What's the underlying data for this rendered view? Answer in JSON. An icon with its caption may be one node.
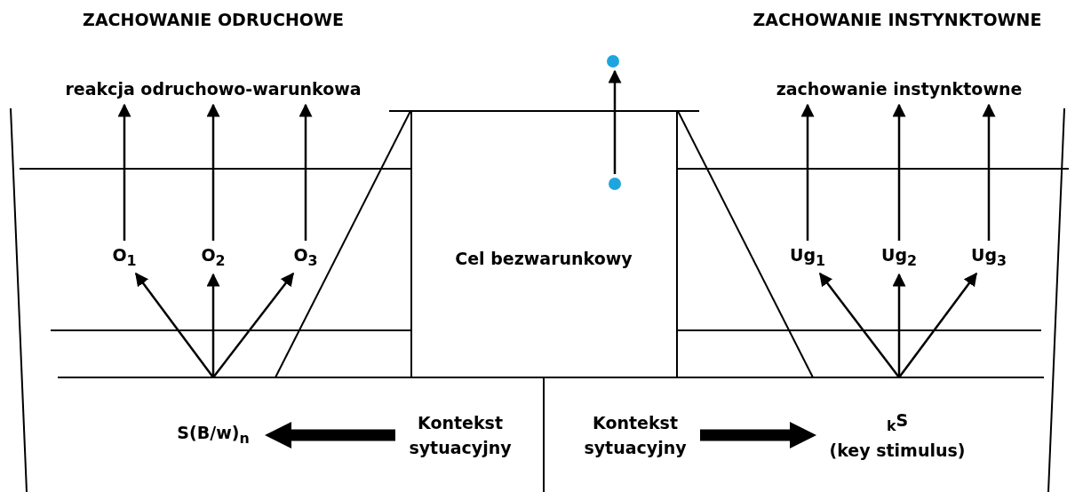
{
  "diagram": {
    "nodes": [
      {
        "text": [
          "reakcja odruchowo-warunkowa"
        ]
      },
      {
        "text": [
          "zachowanie instynktowne"
        ]
      },
      {
        "text": [
          "O$_{1}$"
        ]
      },
      {
        "text": [
          "O$_{2}$"
        ]
      },
      {
        "text": [
          "O$_{3}$"
        ]
      },
      {
        "text": [
          "Ug$_{1}$"
        ]
      },
      {
        "text": [
          "Ug$_{2}$"
        ]
      },
      {
        "text": [
          "Ug$_{3}$"
        ]
      },
      {
        "text": [
          "Cel bezwarunkowy"
        ]
      },
      {
        "text": [],
        "shape": "circle"
      },
      {
        "text": [],
        "shape": "circle",
        "in": 8
      },
      {
        "text": [
          "S(B/w)$_{n}$"
        ]
      },
      {
        "text": [
          "Kontekst sytuacyjny"
        ]
      },
      {
        "text": [
          "Kontekst sytuacyjny"
        ]
      },
      {
        "text": [
          "$_{k}$S",
          "(key stimulus)"
        ]
      }
    ],
    "edges": [
      {
        "from": 2,
        "to": 0,
        "arrow": "to"
      },
      {
        "from": 3,
        "to": 0,
        "arrow": "to"
      },
      {
        "from": 4,
        "to": 0,
        "arrow": "to"
      },
      {
        "from": 5,
        "to": 1,
        "arrow": "to"
      },
      {
        "from": 6,
        "to": 1,
        "arrow": "to"
      },
      {
        "from": 7,
        "to": 1,
        "arrow": "to"
      },
      {
        "from": null,
        "to": 2,
        "arrow": "to"
      },
      {
        "from": null,
        "to": 3,
        "arrow": "to"
      },
      {
        "from": null,
        "to": 4,
        "arrow": "to"
      },
      {
        "from": null,
        "to": 5,
        "arrow": "to"
      },
      {
        "from": null,
        "to": 6,
        "arrow": "to"
      },
      {
        "from": null,
        "to": 7,
        "arrow": "to"
      },
      {
        "from": 10,
        "to": 9,
        "arrow": "to"
      },
      {
        "from": 12,
        "to": 11,
        "arrow": "to",
        "style": "thick"
      },
      {
        "from": 13,
        "to": 14,
        "arrow": "to",
        "style": "thick"
      }
    ],
    "labels": [
      "ZACHOWANIE ODRUCHOWE",
      "ZACHOWANIE INSTYNKTOWNE"
    ]
  }
}
